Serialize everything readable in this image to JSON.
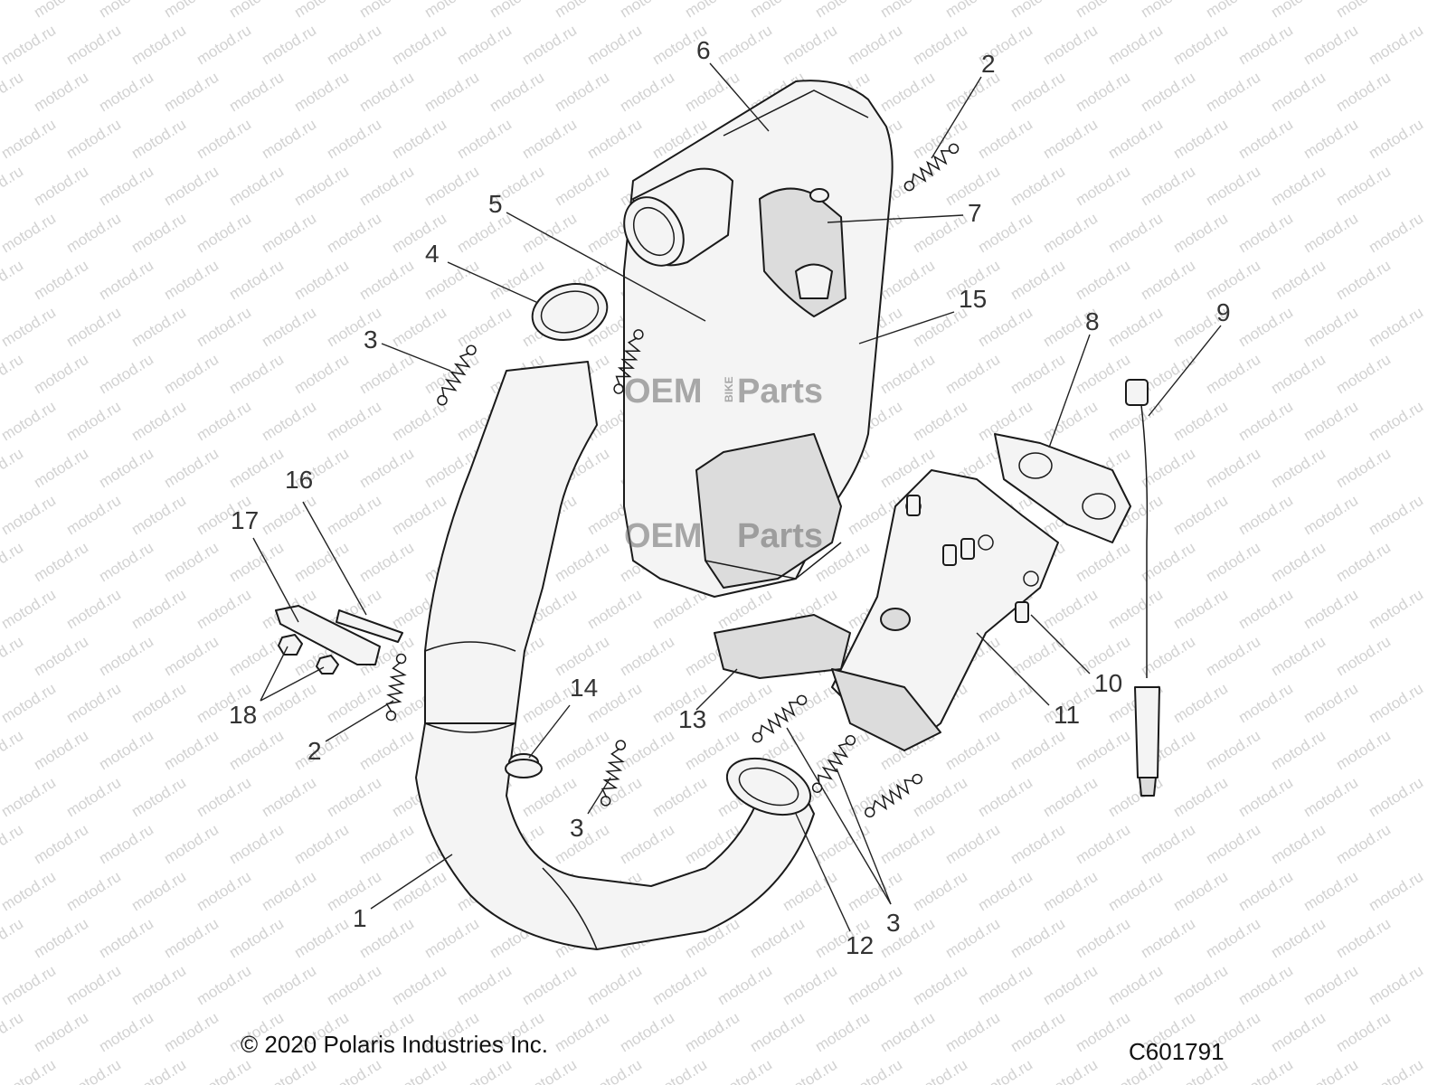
{
  "watermark": "motod.ru",
  "logo": {
    "left": "OEM",
    "small": "BIKE",
    "right": "Parts"
  },
  "callouts": [
    "1",
    "2",
    "2",
    "3",
    "3",
    "3",
    "3",
    "4",
    "5",
    "6",
    "7",
    "8",
    "9",
    "10",
    "11",
    "12",
    "13",
    "14",
    "15",
    "16",
    "17",
    "18"
  ],
  "footer": {
    "copyright": "© 2020 Polaris Industries Inc.",
    "drawing_code": "C601791"
  }
}
